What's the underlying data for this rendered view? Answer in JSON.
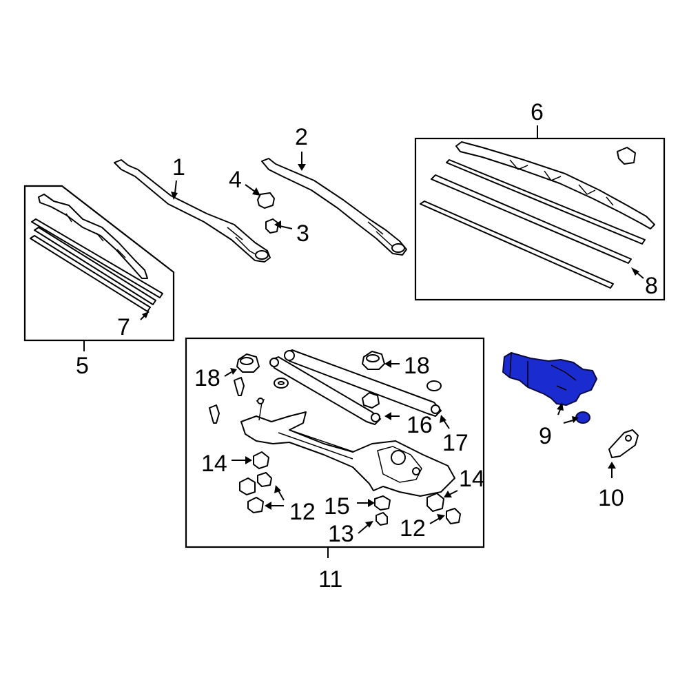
{
  "callouts": {
    "c1": "1",
    "c2": "2",
    "c3": "3",
    "c4": "4",
    "c5": "5",
    "c6": "6",
    "c7": "7",
    "c8": "8",
    "c9": "9",
    "c10": "10",
    "c11": "11",
    "c12a": "12",
    "c12b": "12",
    "c13": "13",
    "c14a": "14",
    "c14b": "14",
    "c15": "15",
    "c16": "16",
    "c17": "17",
    "c18a": "18",
    "c18b": "18"
  },
  "colors": {
    "highlight_part": "#1a2ccf",
    "line": "#000000",
    "background": "#ffffff"
  }
}
